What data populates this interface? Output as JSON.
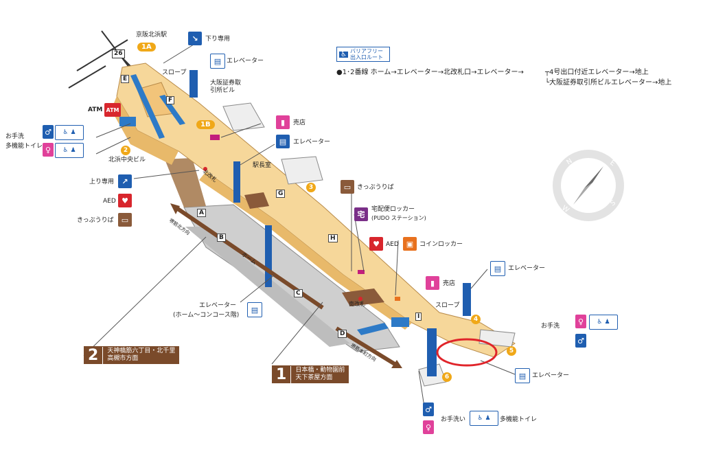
{
  "labels": {
    "kitahama_station": "京阪北浜駅",
    "exit_1a": "1A",
    "road_26": "26",
    "down_only": "下り専用",
    "elevator_top": "エレベーター",
    "slope_top": "スロープ",
    "osaka_securities": "大阪証券取引所ビル",
    "atm": "ATM",
    "exit_1b": "1B",
    "shop_top": "売店",
    "elevator_2": "エレベーター",
    "restroom_left": "お手洗",
    "multi_toilet_left": "多機能トイレ",
    "kitahama_chuo": "北浜中央ビル",
    "exit_2": "2",
    "station_office": "駅長室",
    "exit_3": "3",
    "up_only": "上り専用",
    "north_gate": "北改札",
    "aed_left": "AED",
    "ticket_left": "きっぷうりば",
    "ticket_mid": "きっぷうりば",
    "delivery_locker": "宅配便ロッカー",
    "pudo": "(PUDO ステーション)",
    "aed_mid": "AED",
    "coin_locker": "コインロッカー",
    "platform": "ホーム",
    "elevator_right": "エレベーター",
    "shop_right": "売店",
    "slope_right": "スロープ",
    "restroom_right": "お手洗",
    "exit_4": "4",
    "exit_5": "5",
    "exit_6": "6",
    "south_gate": "南改札",
    "elevator_platform": "エレベーター",
    "elevator_platform_sub": "(ホーム〜コンコース階)",
    "elevator_bottom": "エレベーター",
    "restroom_bottom": "お手洗い",
    "multi_toilet_bottom": "多機能トイレ",
    "dir_sakaisuji_north": "堺筋北方向",
    "dir_sakaisuji_south": "堺筋本町方向",
    "letter_a": "A",
    "letter_b": "B",
    "letter_c": "C",
    "letter_d": "D",
    "letter_e": "E",
    "letter_f": "F",
    "letter_g": "G",
    "letter_h": "H",
    "letter_i": "I"
  },
  "direction2": {
    "num": "2",
    "line1": "天神橋筋六丁目・北千里",
    "line2": "高槻市方面"
  },
  "direction1": {
    "num": "1",
    "line1": "日本橋・動物園前",
    "line2": "天下茶屋方面"
  },
  "barrier_free": {
    "title": "バリアフリー出入口ルート",
    "route_main": "●1･2番線 ホーム→エレベーター→北改札口→エレベーター→",
    "branch1": "4号出口付近エレベーター→地上",
    "branch2": "大阪証券取引所ビルエレベーター→地上"
  },
  "compass": {
    "n": "N",
    "e": "E",
    "s": "S",
    "w": "W"
  },
  "colors": {
    "concourse": "#f6d79a",
    "concourse_shade": "#e8b96a",
    "platform": "#cfcfcf",
    "brown": "#7a4a2a",
    "elevator_blue": "#1f5eb0",
    "exit_orange": "#f0a818",
    "highlight_red": "#e0242a"
  }
}
